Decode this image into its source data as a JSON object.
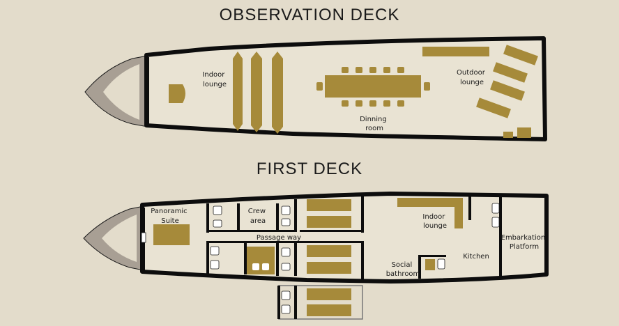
{
  "observation_deck": {
    "title": "OBSERVATION DECK",
    "labels": {
      "indoor_lounge": [
        "Indoor",
        "lounge"
      ],
      "dinning_room": [
        "Dinning",
        "room"
      ],
      "outdoor_lounge": [
        "Outdoor",
        "lounge"
      ]
    }
  },
  "first_deck": {
    "title": "FIRST DECK",
    "labels": {
      "panoramic_suite": [
        "Panoramic",
        "Suite"
      ],
      "crew_area": [
        "Crew",
        "area"
      ],
      "passage_way": "Passage way",
      "indoor_lounge": [
        "Indoor",
        "lounge"
      ],
      "social_bathroom": [
        "Social",
        "bathroom"
      ],
      "kitchen": "Kitchen",
      "embarkation_platform": [
        "Embarkation",
        "Platform"
      ]
    }
  },
  "colors": {
    "background": "#e3dccb",
    "hull": "#0d0d0d",
    "floor": "#e9e3d3",
    "furniture": "#a68a3a",
    "bow": "#a89f94",
    "fixture": "#ffffff"
  }
}
